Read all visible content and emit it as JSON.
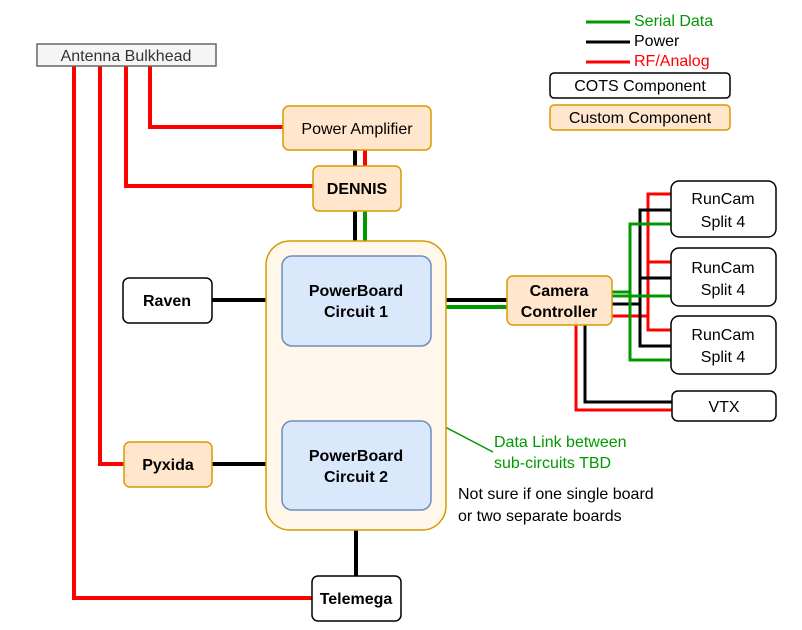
{
  "legend": {
    "serial": {
      "label": "Serial Data",
      "color": "#009900"
    },
    "power": {
      "label": "Power",
      "color": "#000000"
    },
    "rf": {
      "label": "RF/Analog",
      "color": "#ff0000"
    },
    "cots": "COTS Component",
    "custom": "Custom Component"
  },
  "colors": {
    "custom_fill": "#ffe6cc",
    "custom_stroke": "#d79b00",
    "powerboard_fill": "#dae8fc",
    "powerboard_stroke": "#6c8ebf",
    "group_fill": "#fff7ea",
    "group_stroke": "#d79b00",
    "bulkhead_fill": "#f5f5f5",
    "bulkhead_stroke": "#666666"
  },
  "nodes": {
    "antenna": "Antenna Bulkhead",
    "power_amp": "Power Amplifier",
    "dennis": "DENNIS",
    "raven": "Raven",
    "pb1": {
      "line1": "PowerBoard",
      "line2": "Circuit 1"
    },
    "pb2": {
      "line1": "PowerBoard",
      "line2": "Circuit 2"
    },
    "camera": {
      "line1": "Camera",
      "line2": "Controller"
    },
    "runcam": {
      "line1": "RunCam",
      "line2": "Split 4"
    },
    "vtx": "VTX",
    "pyxida": "Pyxida",
    "telemega": "Telemega"
  },
  "notes": {
    "data_link": {
      "line1": "Data Link between",
      "line2": "sub-circuits TBD"
    },
    "not_sure": {
      "line1": "Not sure if one single board",
      "line2": "or two separate boards"
    }
  }
}
